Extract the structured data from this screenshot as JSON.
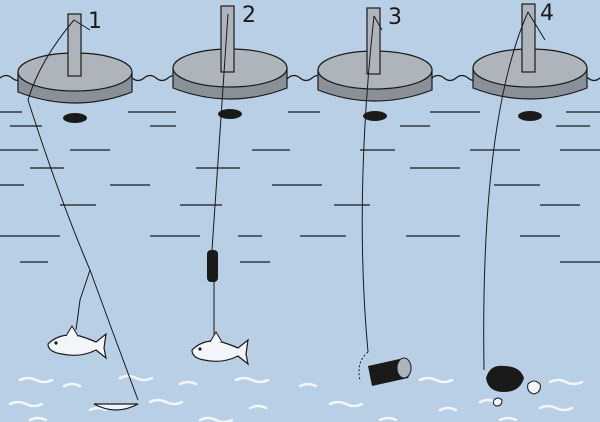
{
  "colors": {
    "water": "#b9cfe6",
    "ink": "#1a1a1a",
    "float_top": "#aeb4bb",
    "float_rim": "#8a9098",
    "bottom_ripple": "#f2f6fa"
  },
  "rigs": [
    {
      "label": "1",
      "bait": "fish",
      "sinker": "dish"
    },
    {
      "label": "2",
      "bait": "fish",
      "sinker": "swivel"
    },
    {
      "label": "3",
      "bait": "none",
      "sinker": "log"
    },
    {
      "label": "4",
      "bait": "none",
      "sinker": "stone"
    }
  ]
}
